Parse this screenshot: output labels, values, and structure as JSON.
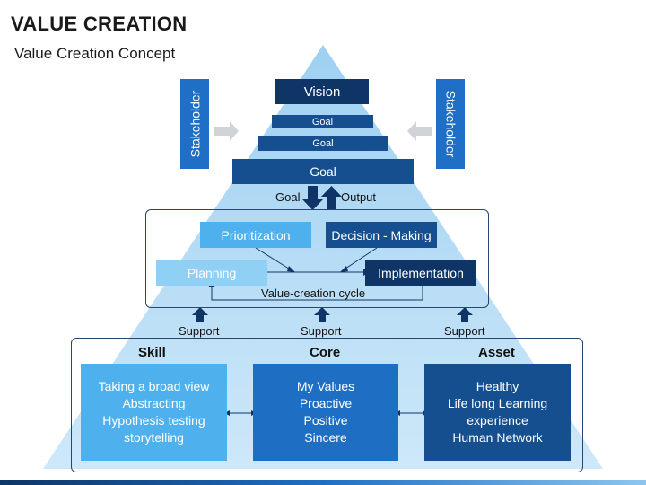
{
  "header": {
    "title": "VALUE CREATION",
    "subtitle": "Value Creation Concept"
  },
  "top": {
    "vision": "Vision",
    "goal_small_1": "Goal",
    "goal_small_2": "Goal",
    "goal_large": "Goal"
  },
  "stakeholders": {
    "left": "Stakeholder",
    "right": "Stakeholder"
  },
  "flow": {
    "goal_label": "Goal",
    "output_label": "Output"
  },
  "cycle": {
    "prioritization": "Prioritization",
    "decision": "Decision - Making",
    "planning": "Planning",
    "implementation": "Implementation",
    "caption": "Value-creation cycle"
  },
  "support_labels": [
    "Support",
    "Support",
    "Support"
  ],
  "pillars": {
    "skill": {
      "heading": "Skill",
      "lines": [
        "Taking a broad view",
        "Abstracting",
        "Hypothesis testing",
        "storytelling"
      ]
    },
    "core": {
      "heading": "Core",
      "lines": [
        "My Values",
        "Proactive",
        "Positive",
        "Sincere"
      ]
    },
    "asset": {
      "heading": "Asset",
      "lines": [
        "Healthy",
        "Life long Learning",
        "experience",
        "Human Network"
      ]
    }
  },
  "colors": {
    "navy": "#0e3566",
    "blue": "#154f8f",
    "mid": "#1e6fc4",
    "light": "#4fb0ee",
    "pyramid": "#bfe0f7"
  }
}
